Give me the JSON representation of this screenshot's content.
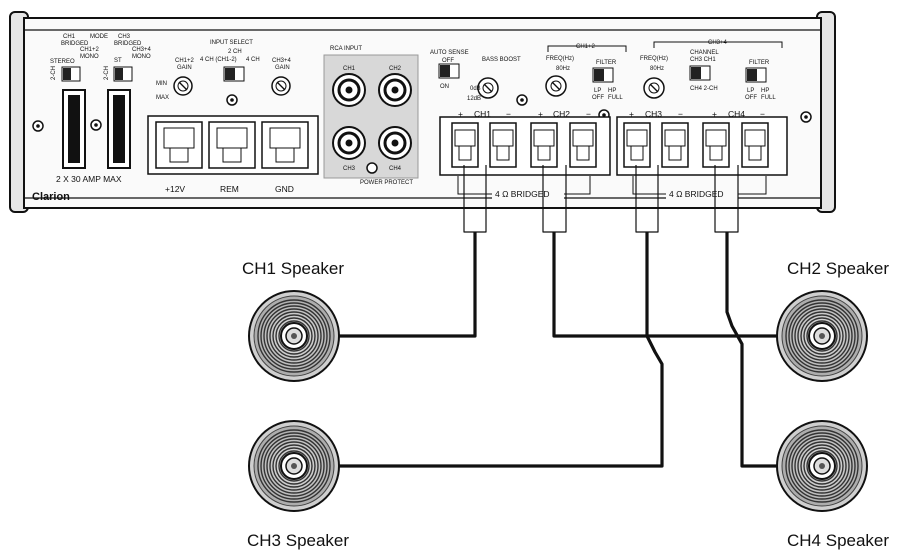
{
  "amplifier": {
    "brand": "Clarion",
    "fuse_label": "2 X 30 AMP MAX",
    "power_terminals": [
      "+12V",
      "REM",
      "GND"
    ],
    "switches": {
      "ch1": {
        "top": "CH1",
        "mid": "BRIDGED",
        "left": "STEREO",
        "right": "CH1+2",
        "right2": "MONO",
        "mode": "MODE",
        "side": "2-CH"
      },
      "ch3": {
        "top": "CH3",
        "mid": "BRIDGED",
        "left": "ST",
        "right": "CH3+4",
        "right2": "MONO",
        "side": "2-CH"
      },
      "input_select": {
        "title": "INPUT SELECT",
        "a": "2 CH",
        "b": "4 CH (CH1-2)",
        "c": "4 CH"
      },
      "gain1": {
        "top": "CH1+2",
        "mid": "GAIN",
        "lo": "MIN",
        "hi": "MAX"
      },
      "gain3": {
        "top": "CH3+4",
        "mid": "GAIN"
      }
    },
    "rca": {
      "title": "RCA INPUT",
      "ch1": "CH1",
      "ch2": "CH2",
      "ch3": "CH3",
      "ch4": "CH4",
      "led": "POWER PROTECT"
    },
    "auto_sense": {
      "title": "AUTO SENSE",
      "off": "OFF",
      "on": "ON"
    },
    "bass_boost": {
      "title": "BASS BOOST",
      "lo": "0dB",
      "hi": "12dB"
    },
    "freq12": {
      "group": "CH1+2",
      "title": "FREQ(Hz)",
      "mid": "80Hz",
      "filter": "FILTER",
      "lpf": "LP",
      "off": "OFF",
      "hpf": "HP",
      "full": "FULL"
    },
    "freq34": {
      "group": "CH3+4",
      "title": "FREQ(Hz)",
      "mid": "80Hz",
      "filter": "FILTER",
      "lpf": "LP",
      "off": "OFF",
      "hpf": "HP",
      "full": "FULL",
      "channel": "CHANNEL",
      "bridge": "CH3 CH1",
      "mode": "CH4 2-CH"
    },
    "output_channels": [
      {
        "plus": "+",
        "name": "CH1",
        "minus": "−"
      },
      {
        "plus": "+",
        "name": "CH2",
        "minus": "−"
      },
      {
        "plus": "+",
        "name": "CH3",
        "minus": "−"
      },
      {
        "plus": "+",
        "name": "CH4",
        "minus": "−"
      }
    ],
    "bridged_labels": [
      "4 Ω BRIDGED",
      "4 Ω BRIDGED"
    ]
  },
  "speakers": [
    {
      "label": "CH1 Speaker"
    },
    {
      "label": "CH2 Speaker"
    },
    {
      "label": "CH3 Speaker"
    },
    {
      "label": "CH4 Speaker"
    }
  ]
}
